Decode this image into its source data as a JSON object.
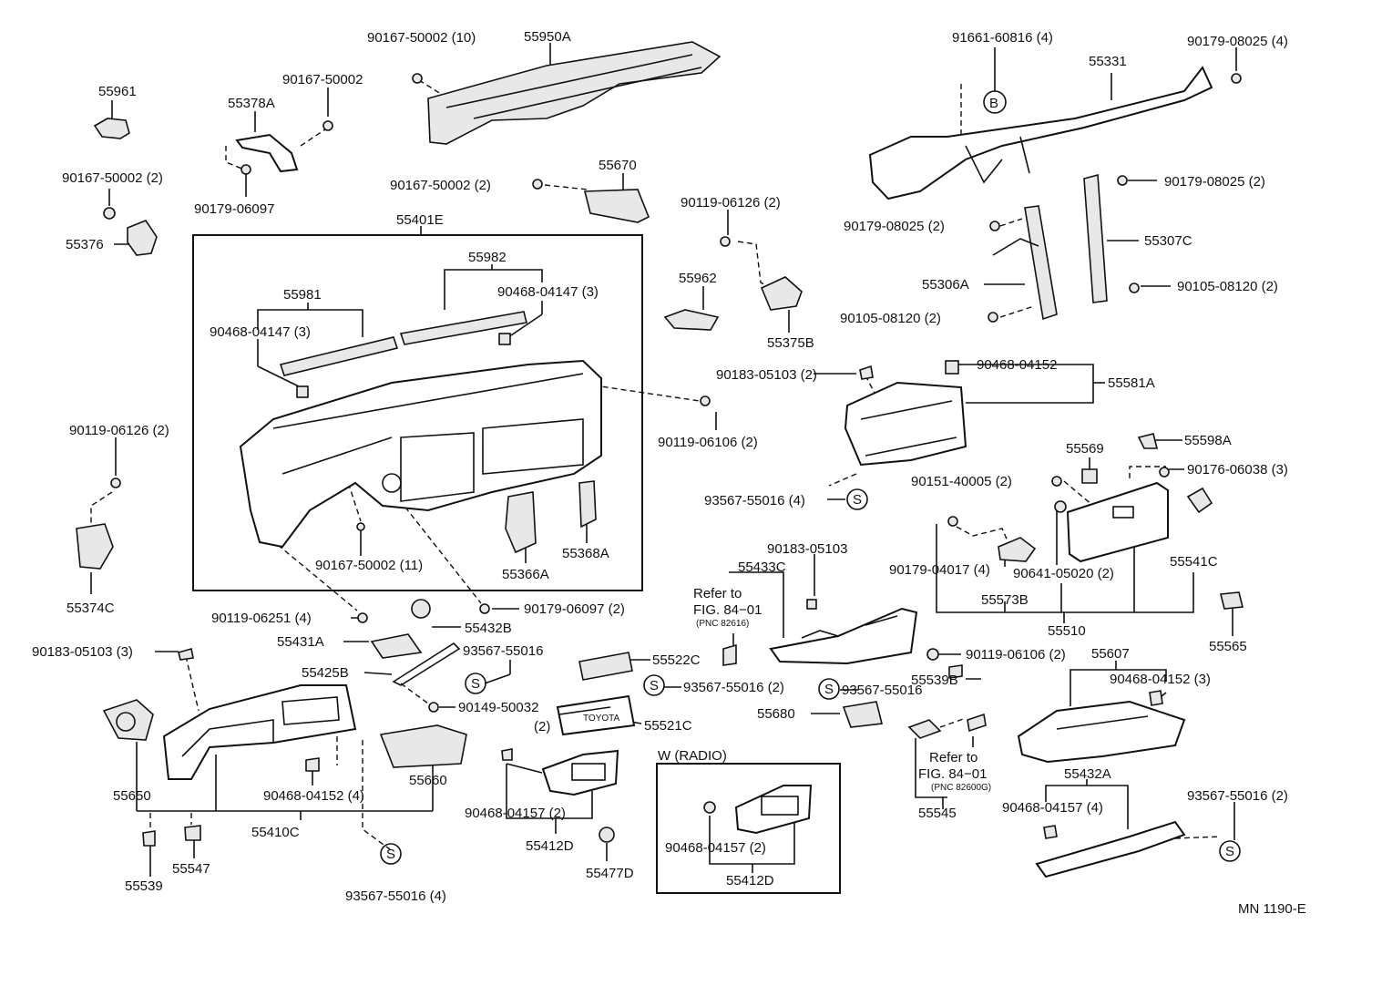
{
  "diagram": {
    "title_code": "MN 1190-E",
    "labels": {
      "p55961": "55961",
      "p55378A": "55378A",
      "p90167_50002": "90167-50002",
      "p90179_06097": "90179-06097",
      "p90167_50002_2a": "90167-50002 (2)",
      "p55376": "55376",
      "p90167_50002_10": "90167-50002 (10)",
      "p55950A": "55950A",
      "p90167_50002_2b": "90167-50002 (2)",
      "p55670": "55670",
      "p55401E": "55401E",
      "p55982": "55982",
      "p55981": "55981",
      "p90468_04147_3a": "90468-04147 (3)",
      "p90468_04147_3b": "90468-04147 (3)",
      "p90167_50002_11": "90167-50002 (11)",
      "p55366A": "55366A",
      "p55368A": "55368A",
      "p90119_06126_2a": "90119-06126 (2)",
      "p55374C": "55374C",
      "p90119_06126_2b": "90119-06126 (2)",
      "p55962": "55962",
      "p55375B": "55375B",
      "p90119_06106_2a": "90119-06106 (2)",
      "p90183_05103_2": "90183-05103 (2)",
      "p93567_55016_4a": "93567-55016 (4)",
      "p91661_60816_4": "91661-60816 (4)",
      "p90179_08025_4": "90179-08025 (4)",
      "p55331": "55331",
      "pB": "B",
      "p90179_08025_2a": "90179-08025 (2)",
      "p90179_08025_2b": "90179-08025 (2)",
      "p55307C": "55307C",
      "p55306A": "55306A",
      "p90105_08120_2a": "90105-08120 (2)",
      "p90105_08120_2b": "90105-08120 (2)",
      "p90468_04152a": "90468-04152",
      "p55581A": "55581A",
      "p55569": "55569",
      "p55598A": "55598A",
      "p90151_40005_2": "90151-40005 (2)",
      "p90176_06038_3": "90176-06038 (3)",
      "p90179_04017_4": "90179-04017 (4)",
      "p90641_05020_2": "90641-05020 (2)",
      "p55541C": "55541C",
      "p55573B": "55573B",
      "p55510": "55510",
      "p55565": "55565",
      "p90119_06251_4": "90119-06251 (4)",
      "p55432B": "55432B",
      "p90179_06097_2": "90179-06097 (2)",
      "p55431A": "55431A",
      "p93567_55016a": "93567-55016",
      "p55425B": "55425B",
      "p90149_50032": "90149-50032",
      "p90183_05103_3": "90183-05103 (3)",
      "p55650": "55650",
      "p55660": "55660",
      "p90468_04152_4": "90468-04152 (4)",
      "p55410C": "55410C",
      "p55547": "55547",
      "p55539": "55539",
      "p93567_55016_4b": "93567-55016 (4)",
      "p90183_05103b": "90183-05103",
      "p55433C": "55433C",
      "p_refer1": "Refer to",
      "p_fig1": "FIG. 84−01",
      "p_pnc1": "(PNC 82616)",
      "p90119_06106_2b": "90119-06106 (2)",
      "p55539B": "55539B",
      "p93567_55016b": "93567-55016",
      "p55522C": "55522C",
      "p93567_55016_2a": "93567-55016 (2)",
      "p2": "(2)",
      "p55521C": "55521C",
      "p55680": "55680",
      "p_toyota": "TOYOTA",
      "p55607": "55607",
      "p90468_04152_3": "90468-04152 (3)",
      "p_refer2": "Refer to",
      "p_fig2": "FIG. 84−01",
      "p_pnc2": "(PNC 82600G)",
      "p55545": "55545",
      "p90468_04157_2a": "90468-04157 (2)",
      "p55412Da": "55412D",
      "p55477D": "55477D",
      "p_wradio": "W (RADIO)",
      "p90468_04157_2b": "90468-04157 (2)",
      "p55412Db": "55412D",
      "p55432A": "55432A",
      "p90468_04157_4": "90468-04157 (4)",
      "p93567_55016_2b": "93567-55016 (2)",
      "s": "S"
    }
  }
}
